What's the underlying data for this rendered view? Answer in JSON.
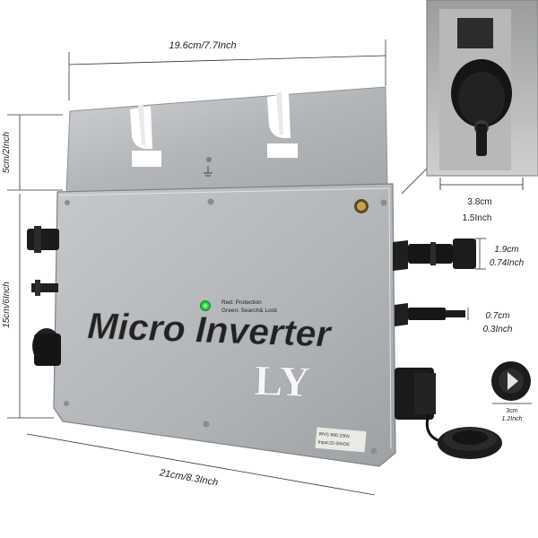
{
  "product": {
    "title": "Micro Inverter",
    "brand": "LY",
    "led_label_red": "Red: Protection",
    "led_label_green": "Green: Search& Lock",
    "sticker_line1": "WVC-600 230V",
    "sticker_line2": "Input:22-50VDC",
    "colors": {
      "body": "#b9bcbf",
      "led": "#2ee04a",
      "connector": "#1b1b1b"
    }
  },
  "dimensions": {
    "top_width": "19.6cm/7.7Inch",
    "bracket_height": "5cm/2Inch",
    "body_height": "15cm/6Inch",
    "bottom_length": "21cm/8.3Inch",
    "connector_large_cm": "1.9cm",
    "connector_large_in": "0.74Inch",
    "connector_small_cm": "0.7cm",
    "connector_small_in": "0.3Inch",
    "inset_cm": "3.8cm",
    "inset_in": "1.5Inch",
    "cap_cm": "3cm",
    "cap_in": "1.2Inch"
  }
}
